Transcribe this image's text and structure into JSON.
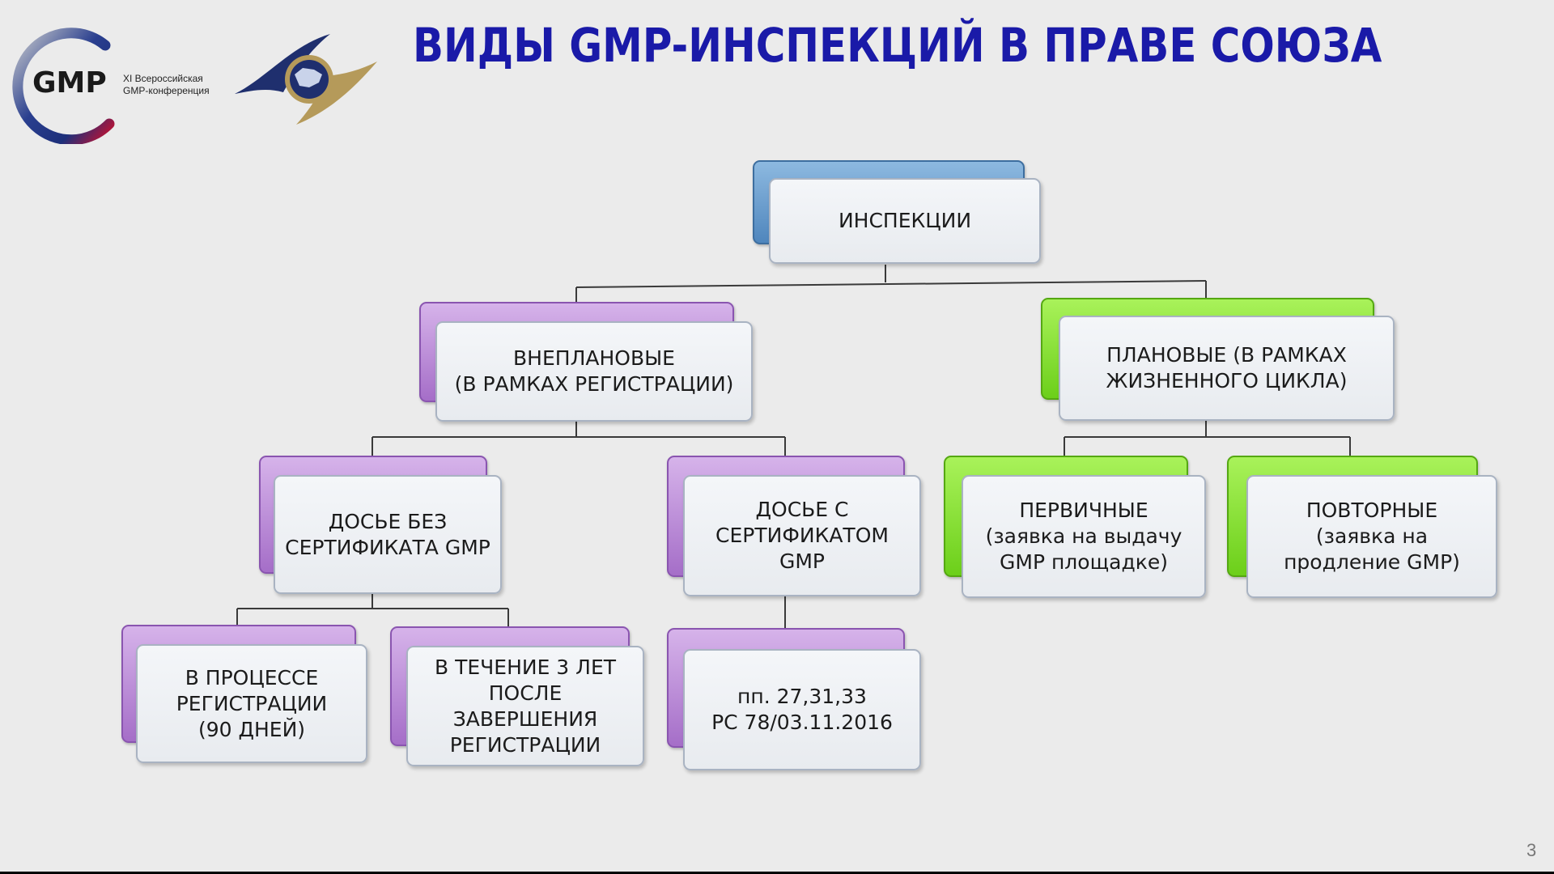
{
  "title": "ВИДЫ GMP-ИНСПЕКЦИЙ В ПРАВЕ СОЮЗА",
  "logo": {
    "gmp_text": "GMP",
    "caption_line1": "XI Всероссийская",
    "caption_line2": "GMP-конференция"
  },
  "diagram": {
    "root": {
      "lines": [
        "ИНСПЕКЦИИ"
      ]
    },
    "unplanned": {
      "lines": [
        "ВНЕПЛАНОВЫЕ",
        "(В РАМКАХ РЕГИСТРАЦИИ)"
      ]
    },
    "planned": {
      "lines": [
        "ПЛАНОВЫЕ (В РАМКАХ",
        "ЖИЗНЕННОГО ЦИКЛА)"
      ]
    },
    "dossier_no_cert": {
      "lines": [
        "ДОСЬЕ БЕЗ",
        "СЕРТИФИКАТА GMP"
      ]
    },
    "dossier_with_cert": {
      "lines": [
        "ДОСЬЕ С",
        "СЕРТИФИКАТОМ",
        "GMP"
      ]
    },
    "primary": {
      "lines": [
        "ПЕРВИЧНЫЕ",
        "(заявка на выдачу",
        "GMP площадке)"
      ]
    },
    "repeat": {
      "lines": [
        "ПОВТОРНЫЕ",
        "(заявка на",
        "продление GMP)"
      ]
    },
    "during_registration": {
      "lines": [
        "В ПРОЦЕССЕ",
        "РЕГИСТРАЦИИ",
        "(90 ДНЕЙ)"
      ]
    },
    "within_3_years": {
      "lines": [
        "В ТЕЧЕНИЕ 3 ЛЕТ",
        "ПОСЛЕ ЗАВЕРШЕНИЯ",
        "РЕГИСТРАЦИИ"
      ]
    },
    "reference": {
      "lines": [
        "пп. 27,31,33",
        "РС 78/03.11.2016"
      ]
    }
  },
  "page_number": "3",
  "colors": {
    "title": "#1a1aa8",
    "root": "#4f86bd",
    "unplanned_branch": "#a56ec8",
    "planned_branch": "#6ccf1a"
  }
}
